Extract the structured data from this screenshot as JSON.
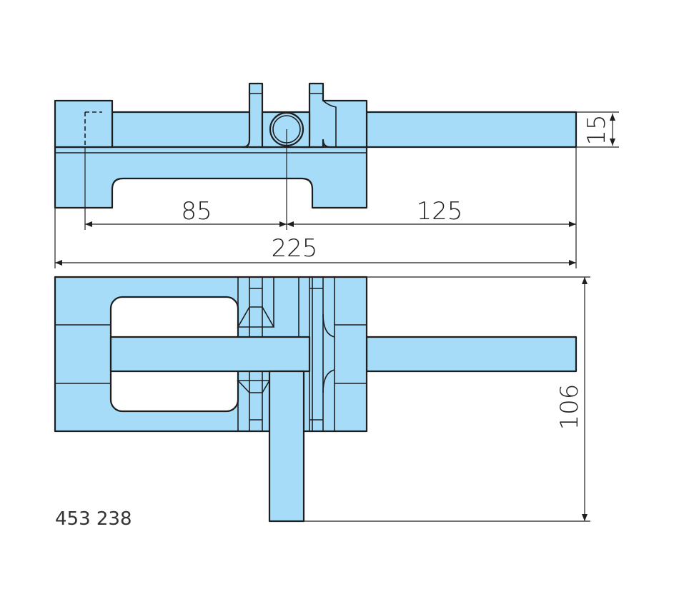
{
  "drawing": {
    "part_number": "453 238",
    "dimensions": {
      "rod_diameter": "15",
      "pin_to_center": "85",
      "center_to_end": "125",
      "overall_length": "225",
      "overall_height": "106"
    },
    "colors": {
      "part_fill": "#a6dcf7",
      "line": "#1e1e1e"
    }
  }
}
